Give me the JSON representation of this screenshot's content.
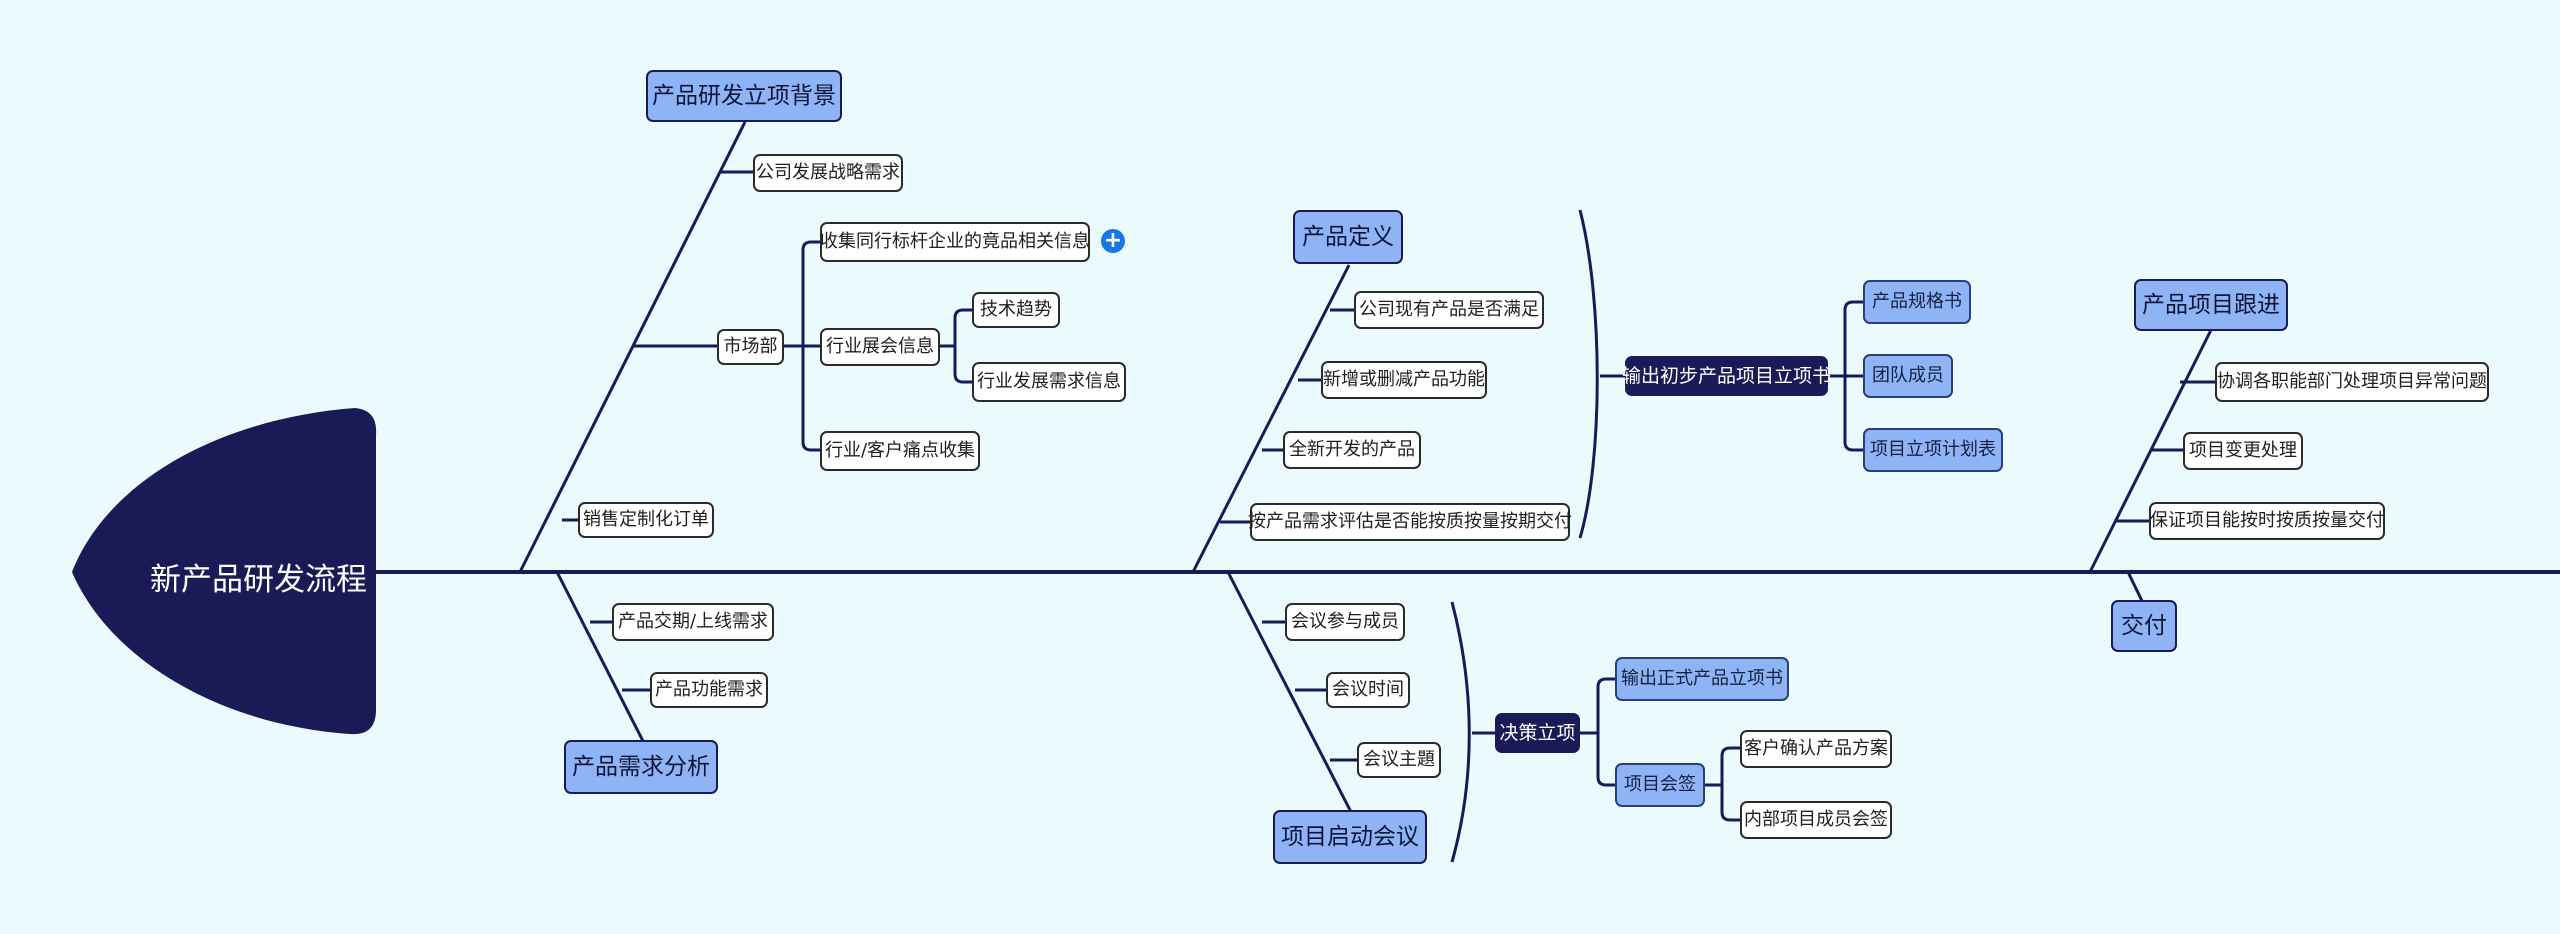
{
  "title": "新产品研发流程",
  "colors": {
    "background": "#eafafd",
    "spine": "#1a1b56",
    "head": "#1a1b56",
    "main_node": "#8fb4f5",
    "accent_plus": "#1677e8"
  },
  "branches": {
    "background": {
      "label": "产品研发立项背景",
      "items": {
        "strategy": "公司发展战略需求",
        "market": "市场部",
        "collect": "收集同行标杆企业的竟品相关信息",
        "expo": "行业展会信息",
        "tech": "技术趋势",
        "industry_needs": "行业发展需求信息",
        "pain_points": "行业/客户痛点收集",
        "custom_orders": "销售定制化订单"
      }
    },
    "requirements": {
      "label": "产品需求分析",
      "items": {
        "delivery": "产品交期/上线需求",
        "functions": "产品功能需求"
      }
    },
    "definition": {
      "label": "产品定义",
      "items": {
        "existing": "公司现有产品是否满足",
        "add_remove": "新增或删减产品功能",
        "new_product": "全新开发的产品",
        "evaluate": "按产品需求评估是否能按质按量按期交付"
      },
      "output": {
        "label": "输出初步产品项目立项书",
        "items": {
          "spec": "产品规格书",
          "team": "团队成员",
          "plan": "项目立项计划表"
        }
      }
    },
    "kickoff": {
      "label": "项目启动会议",
      "items": {
        "members": "会议参与成员",
        "time": "会议时间",
        "topic": "会议主題"
      },
      "decision": {
        "label": "决策立项",
        "items": {
          "formal": "输出正式产品立项书",
          "signoff": "项目会签",
          "customer_confirm": "客户确认产品方案",
          "internal_sign": "内部项目成员会签"
        }
      }
    },
    "tracking": {
      "label": "产品项目跟进",
      "items": {
        "coordinate": "协调各职能部门处理项目异常问题",
        "change": "项目变更处理",
        "quality": "保证项目能按时按质按量交付"
      }
    },
    "delivery": {
      "label": "交付"
    }
  },
  "expand_button": "+"
}
